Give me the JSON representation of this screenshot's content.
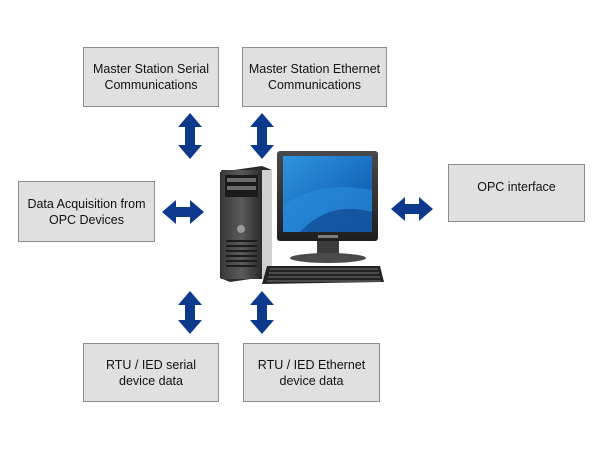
{
  "boxes": {
    "master_serial": "Master Station Serial\nCommunications",
    "master_ethernet": "Master Station Ethernet\nCommunications",
    "data_acquisition": "Data Acquisition from\nOPC Devices",
    "opc_interface": "OPC interface",
    "rtu_serial": "RTU / IED serial\ndevice data",
    "rtu_ethernet": "RTU / IED Ethernet\ndevice data"
  },
  "colors": {
    "arrow": "#0d3a8c",
    "box_fill": "#e0e0e0",
    "box_border": "#8c8c8c",
    "monitor_screen": "#1f7fd0"
  },
  "icons": {
    "computer": "desktop-computer-icon"
  }
}
